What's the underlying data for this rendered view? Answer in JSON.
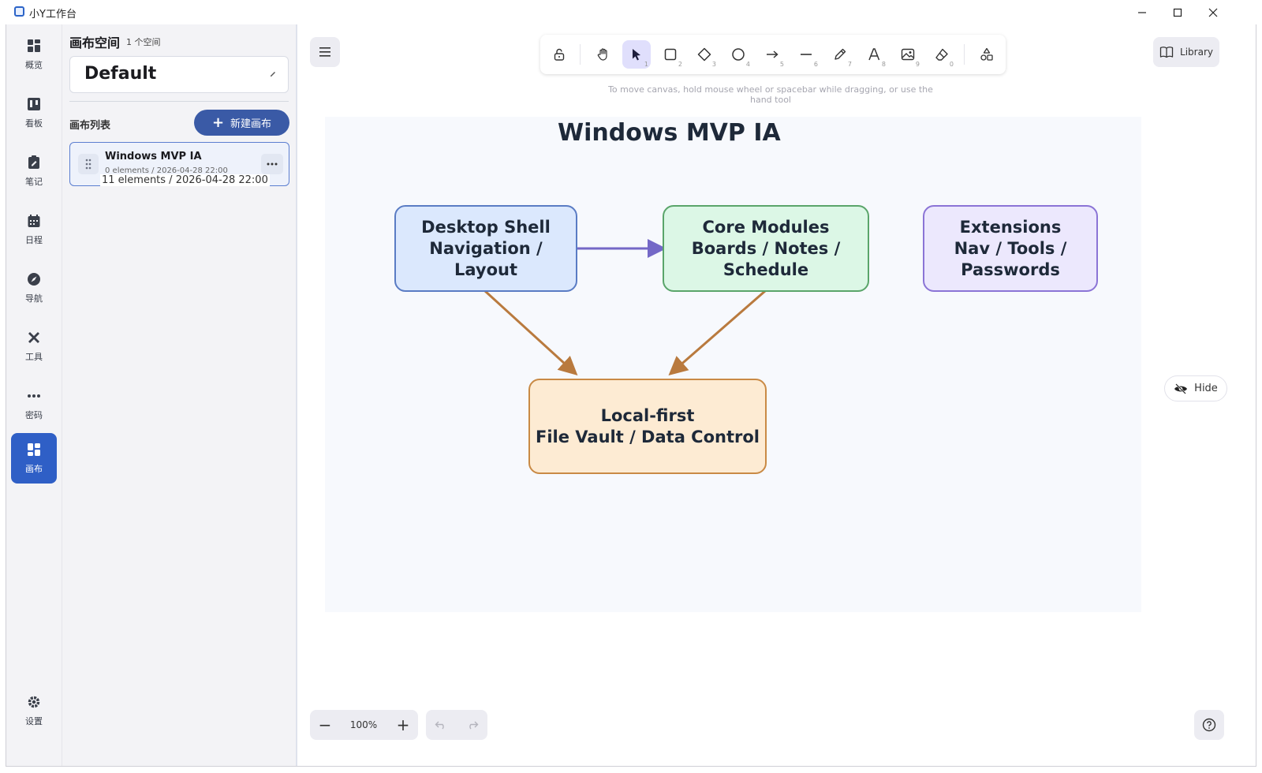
{
  "window": {
    "title": "小Y工作台",
    "minimize": "—",
    "maximize": "☐",
    "close": "✕"
  },
  "rail": {
    "items": [
      {
        "label": "概览",
        "icon": "dashboard-icon"
      },
      {
        "label": "看板",
        "icon": "kanban-icon"
      },
      {
        "label": "笔记",
        "icon": "note-icon"
      },
      {
        "label": "日程",
        "icon": "calendar-icon"
      },
      {
        "label": "导航",
        "icon": "compass-icon"
      },
      {
        "label": "工具",
        "icon": "tools-icon"
      },
      {
        "label": "密码",
        "icon": "password-icon"
      },
      {
        "label": "画布",
        "icon": "canvas-icon",
        "active": true
      }
    ],
    "settings_label": "设置"
  },
  "panel": {
    "title": "画布空间",
    "space_count": "1 个空间",
    "space_name": "Default",
    "list_label": "画布列表",
    "new_button": "新建画布",
    "canvases": [
      {
        "title": "Windows MVP IA",
        "meta_ghost": "0 elements / 2026-04-28 22:00",
        "meta": "11 elements / 2026-04-28 22:00"
      }
    ]
  },
  "toolbar": {
    "tools": [
      {
        "name": "lock",
        "num": ""
      },
      {
        "name": "hand",
        "num": ""
      },
      {
        "name": "selection",
        "num": "1",
        "active": true
      },
      {
        "name": "rectangle",
        "num": "2"
      },
      {
        "name": "diamond",
        "num": "3"
      },
      {
        "name": "ellipse",
        "num": "4"
      },
      {
        "name": "arrow",
        "num": "5"
      },
      {
        "name": "line",
        "num": "6"
      },
      {
        "name": "draw",
        "num": "7"
      },
      {
        "name": "text",
        "num": "8"
      },
      {
        "name": "image",
        "num": "9"
      },
      {
        "name": "eraser",
        "num": "0"
      },
      {
        "name": "more-shapes",
        "num": ""
      }
    ],
    "library_label": "Library",
    "hint": "To move canvas, hold mouse wheel or spacebar while dragging, or use the hand tool"
  },
  "diagram": {
    "title": "Windows MVP IA",
    "nodes": [
      {
        "id": "desktop",
        "lines": [
          "Desktop Shell",
          "Navigation / Layout"
        ],
        "fill": "#dbe8fd",
        "stroke": "#5a7cc4"
      },
      {
        "id": "core",
        "lines": [
          "Core Modules",
          "Boards / Notes /",
          "Schedule"
        ],
        "fill": "#dcf7e6",
        "stroke": "#5aa56a"
      },
      {
        "id": "ext",
        "lines": [
          "Extensions",
          "Nav / Tools /",
          "Passwords"
        ],
        "fill": "#ece8fd",
        "stroke": "#8b74d6"
      },
      {
        "id": "local",
        "lines": [
          "Local-first",
          "File Vault / Data Control"
        ],
        "fill": "#fdebd3",
        "stroke": "#c98a45"
      }
    ],
    "edge_colors": {
      "blue": "#7468c7",
      "orange": "#b97a3e"
    }
  },
  "controls": {
    "hide_label": "Hide",
    "zoom_out": "−",
    "zoom_level": "100%",
    "zoom_in": "+"
  },
  "colors": {
    "accent": "#2f5fc6",
    "new_button": "#3a5aa6",
    "active_tool": "#e0dffc"
  }
}
